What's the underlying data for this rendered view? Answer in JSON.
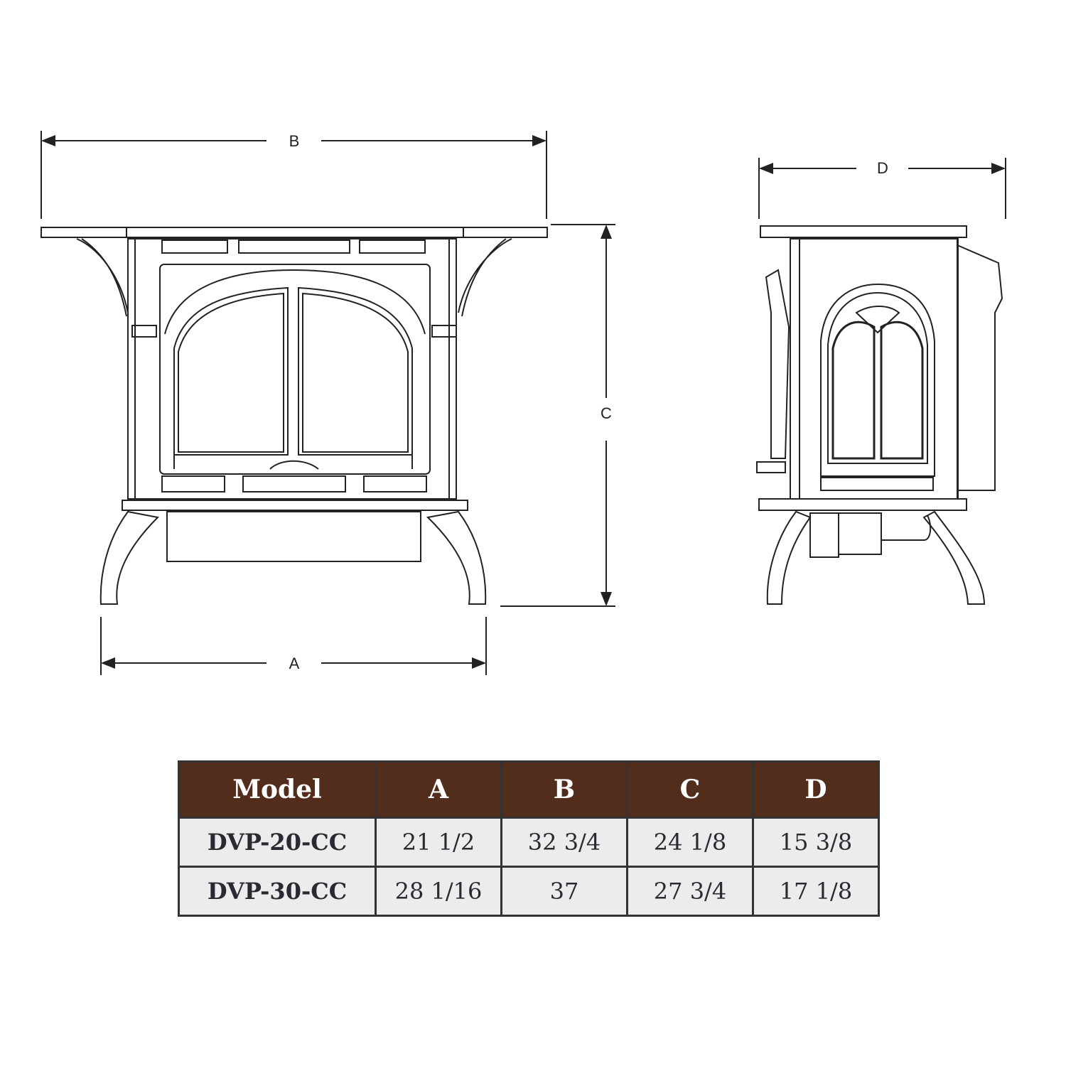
{
  "dimensions": {
    "top_width": "B",
    "side_depth": "D",
    "height": "C",
    "base_width": "A"
  },
  "colors": {
    "header_bg": "#532d1c",
    "cell_bg": "#ececec",
    "border": "#333333"
  },
  "table": {
    "headers": [
      "Model",
      "A",
      "B",
      "C",
      "D"
    ],
    "rows": [
      [
        "DVP-20-CC",
        "21 1/2",
        "32 3/4",
        "24 1/8",
        "15 3/8"
      ],
      [
        "DVP-30-CC",
        "28 1/16",
        "37",
        "27 3/4",
        "17 1/8"
      ]
    ]
  }
}
